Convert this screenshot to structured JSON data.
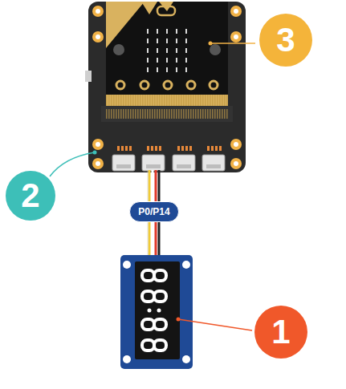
{
  "diagram": {
    "nodes": [
      {
        "text": [
          "3"
        ]
      },
      {
        "text": [
          "2"
        ]
      },
      {
        "text": [
          "P0/P14"
        ]
      },
      {
        "text": [
          "1"
        ]
      }
    ]
  }
}
